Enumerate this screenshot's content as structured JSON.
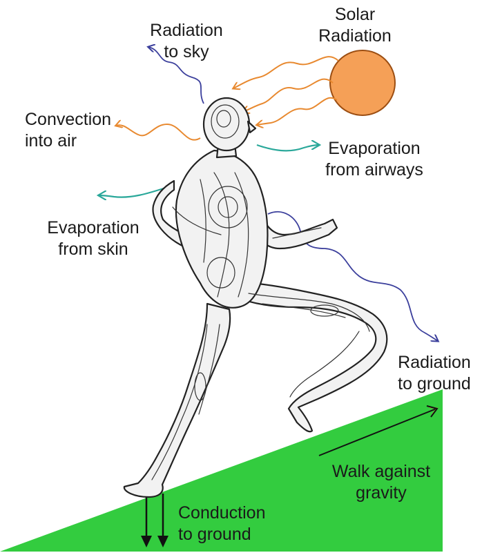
{
  "colors": {
    "background": "#ffffff",
    "ground": "#33cc3f",
    "sun_fill": "#f5a057",
    "sun_outline": "#9c4e12",
    "solar_arrows": "#e8892f",
    "convection_arrow": "#e8892f",
    "sky_radiation_arrow": "#3b3f9c",
    "ground_radiation_arrow": "#3b3f9c",
    "evaporation_arrows": "#2aa89a",
    "figure_fill": "#f2f2f2",
    "figure_lines": "#222222",
    "text": "#1a1a1a"
  },
  "icons": {
    "sun": "sun-circle",
    "runner": "runner-figure",
    "ground": "inclined-ground-wedge"
  },
  "labels": {
    "solar_radiation": "Solar\nRadiation",
    "radiation_to_sky": "Radiation\nto sky",
    "convection_into_air": "Convection\ninto air",
    "evaporation_from_airways": "Evaporation\nfrom airways",
    "evaporation_from_skin": "Evaporation\nfrom skin",
    "radiation_to_ground": "Radiation\nto ground",
    "walk_against_gravity": "Walk against\ngravity",
    "conduction_to_ground": "Conduction\nto ground"
  }
}
